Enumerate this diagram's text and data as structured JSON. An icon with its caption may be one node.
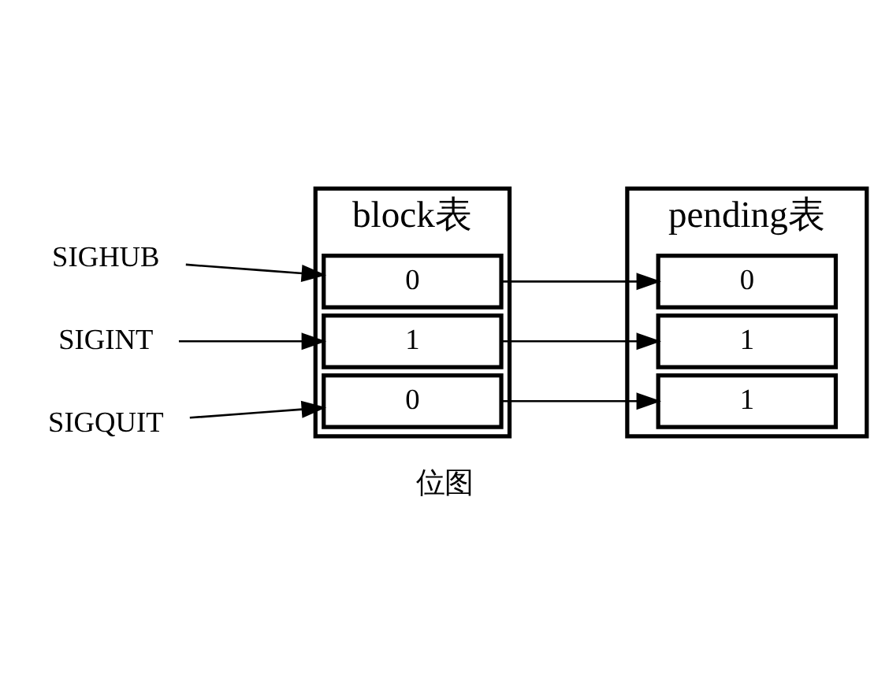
{
  "diagram": {
    "caption": "位图",
    "nodes": [
      {
        "text": [
          "SIGHUB"
        ]
      },
      {
        "text": [
          "SIGINT"
        ]
      },
      {
        "text": [
          "SIGQUIT"
        ]
      },
      {
        "text": [
          "block表"
        ]
      },
      {
        "text": [
          "0"
        ],
        "in": 3
      },
      {
        "text": [
          "1"
        ],
        "in": 3
      },
      {
        "text": [
          "0"
        ],
        "in": 3
      },
      {
        "text": [
          "pending表"
        ]
      },
      {
        "text": [
          "0"
        ],
        "in": 7
      },
      {
        "text": [
          "1"
        ],
        "in": 7
      },
      {
        "text": [
          "1"
        ],
        "in": 7
      }
    ],
    "edges": [
      {
        "from": 0,
        "to": 4,
        "arrow": "to"
      },
      {
        "from": 1,
        "to": 5,
        "arrow": "to"
      },
      {
        "from": 2,
        "to": 6,
        "arrow": "to"
      },
      {
        "from": 4,
        "to": 8,
        "arrow": "to"
      },
      {
        "from": 5,
        "to": 9,
        "arrow": "to"
      },
      {
        "from": 6,
        "to": 10,
        "arrow": "to"
      }
    ]
  }
}
